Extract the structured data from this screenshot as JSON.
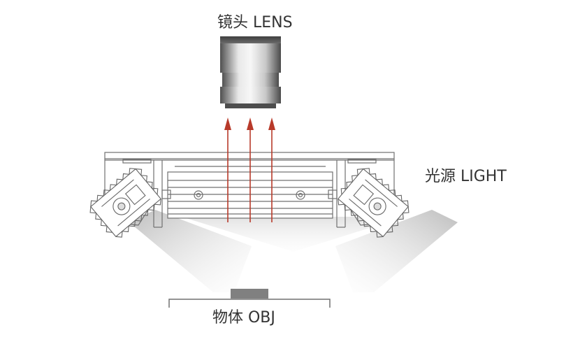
{
  "labels": {
    "lens": "镜头 LENS",
    "light": "光源 LIGHT",
    "object": "物体 OBJ"
  },
  "colors": {
    "outline": "#707070",
    "metal_dark": "#5a5a5a",
    "metal_light": "#f2f2f2",
    "arrow": "#b83a2a",
    "beam": "#c8c8c8",
    "object": "#808080",
    "text": "#333333"
  }
}
